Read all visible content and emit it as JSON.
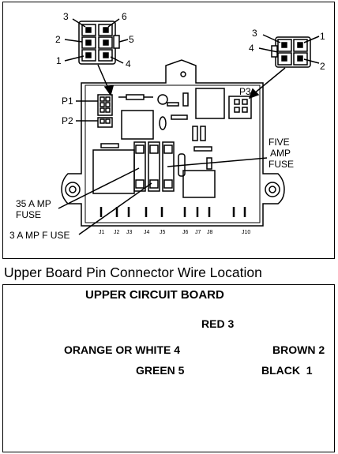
{
  "top_diagram": {
    "left_connector_pins": {
      "p3": "3",
      "p6": "6",
      "p2": "2",
      "p5": "5",
      "p1": "1",
      "p4": "4"
    },
    "right_connector_pins": {
      "p3": "3",
      "p1": "1",
      "p4": "4",
      "p2": "2"
    },
    "board_labels": {
      "p1": "P1",
      "p2": "P2",
      "p3": "P3",
      "five_amp_fuse": [
        "FIVE",
        "AMP",
        "FUSE"
      ],
      "thirty_five_amp_fuse": [
        "35 A MP",
        "FUSE"
      ],
      "three_amp_fuse": "3 A MP F USE",
      "bottom_terminals": [
        "J1",
        "J2",
        "J3",
        "J4",
        "J5",
        "J6",
        "J7",
        "J8",
        "J10"
      ]
    }
  },
  "caption": "Upper Board Pin Connector Wire Location",
  "bottom_diagram": {
    "title": "UPPER CIRCUIT BOARD",
    "wires": {
      "red": "RED 3",
      "orange_white": "ORANGE OR WHITE 4",
      "brown": "BROWN 2",
      "green": "GREEN 5",
      "black": "BLACK  1"
    }
  }
}
